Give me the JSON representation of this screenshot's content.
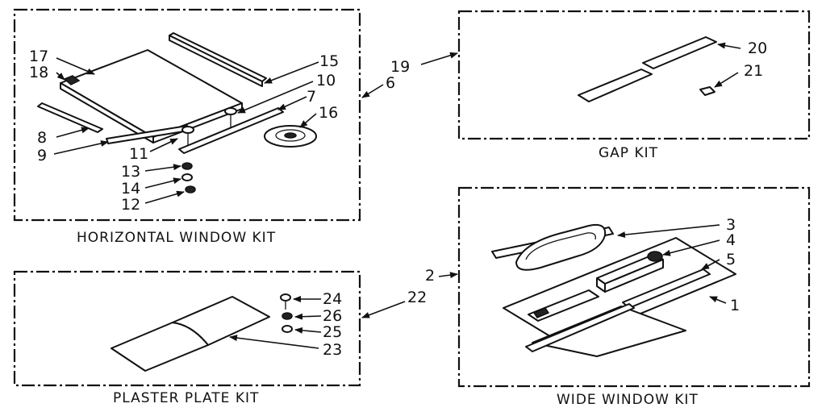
{
  "kits": {
    "horizontal": {
      "caption": "HORIZONTAL WINDOW KIT"
    },
    "gap": {
      "caption": "GAP KIT"
    },
    "plaster": {
      "caption": "PLASTER PLATE KIT"
    },
    "wide": {
      "caption": "WIDE WINDOW KIT"
    }
  },
  "callouts": {
    "p1": "1",
    "p2": "2",
    "p3": "3",
    "p4": "4",
    "p5": "5",
    "p6": "6",
    "p7": "7",
    "p8": "8",
    "p9": "9",
    "p10": "10",
    "p11": "11",
    "p12": "12",
    "p13": "13",
    "p14": "14",
    "p15": "15",
    "p16": "16",
    "p17": "17",
    "p18": "18",
    "p19": "19",
    "p20": "20",
    "p21": "21",
    "p22": "22",
    "p23": "23",
    "p24": "24",
    "p25": "25",
    "p26": "26"
  }
}
